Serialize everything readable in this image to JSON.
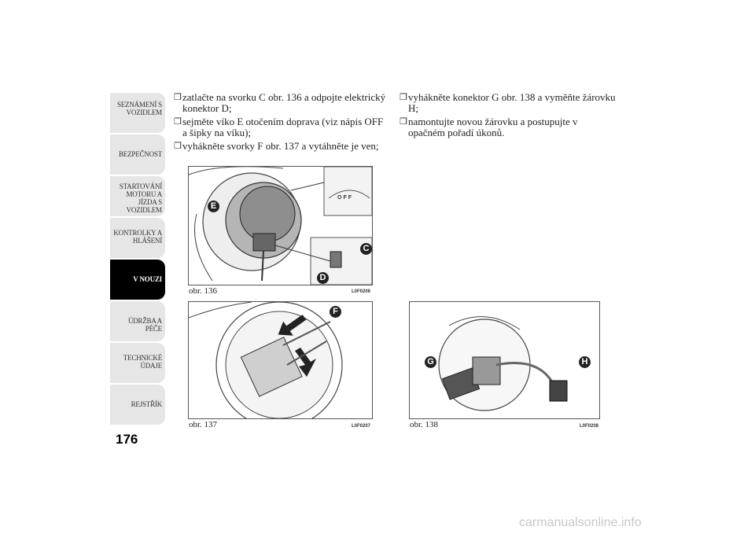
{
  "sidebar": {
    "tabs": [
      {
        "label": "SEZNÁMENÍ S VOZIDLEM",
        "active": false
      },
      {
        "label": "BEZPEČNOST",
        "active": false
      },
      {
        "label": "STARTOVÁNÍ MOTORU A JÍZDA S VOZIDLEM",
        "active": false
      },
      {
        "label": "KONTROLKY A HLÁŠENÍ",
        "active": false
      },
      {
        "label": "V NOUZI",
        "active": true
      },
      {
        "label": "ÚDRŽBA A PÉČE",
        "active": false
      },
      {
        "label": "TECHNICKÉ ÚDAJE",
        "active": false
      },
      {
        "label": "REJSTŘÍK",
        "active": false
      }
    ]
  },
  "page_number": "176",
  "bullet_symbol": "❒",
  "left_column": [
    "zatlačte na svorku C obr. 136 a odpojte elektrický konektor D;",
    "sejměte víko E otočením doprava (viz nápis OFF a šipky na víku);",
    "vyhákněte svorky F obr. 137 a vytáhněte je ven;"
  ],
  "right_column": [
    "vyhákněte konektor G obr. 138 a vyměňte žárovku H;",
    "namontujte novou žárovku a postupujte v opačném pořadí úkonů."
  ],
  "figures": [
    {
      "caption": "obr. 136",
      "code": "L0F0206",
      "callouts": [
        "E",
        "C",
        "D"
      ],
      "inset_text": "OFF"
    },
    {
      "caption": "obr. 137",
      "code": "L0F0207",
      "callouts": [
        "F"
      ]
    },
    {
      "caption": "obr. 138",
      "code": "L0F0208",
      "callouts": [
        "G",
        "H"
      ]
    }
  ],
  "footer": "carmanualsonline.info"
}
